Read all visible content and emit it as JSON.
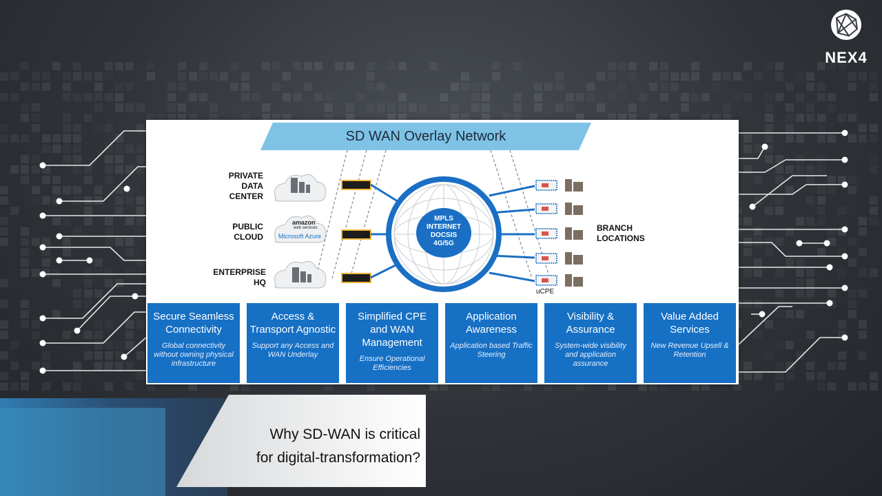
{
  "brand": {
    "name": "NEX4"
  },
  "diagram": {
    "banner_title": "SD WAN Overlay Network",
    "left_sites": [
      {
        "label": [
          "PRIVATE",
          "DATA",
          "CENTER"
        ]
      },
      {
        "label": [
          "PUBLIC",
          "CLOUD"
        ]
      },
      {
        "label": [
          "ENTERPRISE",
          "HQ"
        ]
      }
    ],
    "cloud_logos": {
      "amazon": "amazon",
      "amazon_sub": "web services",
      "azure": "Microsoft Azure"
    },
    "hub_lines": [
      "MPLS",
      "INTERNET",
      "DOCSIS",
      "4G/5G"
    ],
    "branch_label": [
      "BRANCH",
      "LOCATIONS"
    ],
    "ucpe_label": "uCPE"
  },
  "cards": [
    {
      "title": "Secure Seamless Connectivity",
      "desc": "Global connectivity without owning physical infrastructure"
    },
    {
      "title": "Access & Transport Agnostic",
      "desc": "Support any Access and WAN Underlay"
    },
    {
      "title": "Simplified CPE and WAN Management",
      "desc": "Ensure Operational Efficiencies"
    },
    {
      "title": "Application Awareness",
      "desc": "Application based Traffic Steering"
    },
    {
      "title": "Visibility & Assurance",
      "desc": "System-wide visibility and application assurance"
    },
    {
      "title": "Value Added Services",
      "desc": "New Revenue Upsell & Retention"
    }
  ],
  "caption": {
    "line1": "Why SD-WAN is critical",
    "line2": "for digital-transformation?"
  },
  "colors": {
    "card_blue": "#1670c4",
    "banner_blue": "#7ec3e6",
    "hub_blue": "#1a6fc4"
  }
}
